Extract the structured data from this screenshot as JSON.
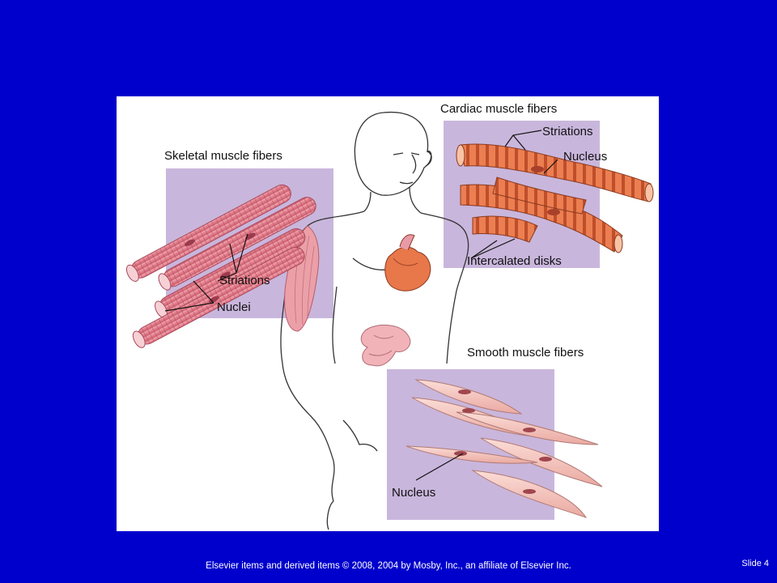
{
  "figure": {
    "skeletal": {
      "title": "Skeletal muscle fibers",
      "striations": "Striations",
      "nuclei": "Nuclei"
    },
    "cardiac": {
      "title": "Cardiac muscle fibers",
      "striations": "Striations",
      "nucleus": "Nucleus",
      "intercalated": "Intercalated disks"
    },
    "smooth": {
      "title": "Smooth muscle fibers",
      "nucleus": "Nucleus"
    },
    "colors": {
      "background": "#0000CC",
      "panel": "#FFFFFF",
      "lavender": "#C9B6DC",
      "skeletal_fiber": "#E58A97",
      "cardiac_fiber": "#E8774A",
      "smooth_fiber": "#F3C4BD"
    }
  },
  "footer": {
    "credit": "Elsevier items and derived items © 2008, 2004 by Mosby, Inc., an affiliate of Elsevier Inc.",
    "slide": "Slide 4"
  }
}
